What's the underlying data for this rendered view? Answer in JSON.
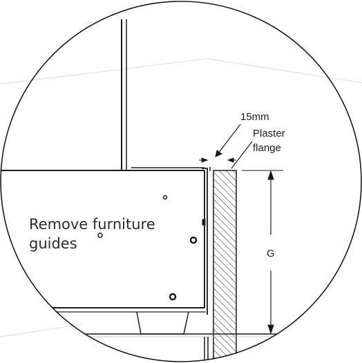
{
  "labels": {
    "dimension_top": "15mm",
    "plaster_line1": "Plaster",
    "plaster_line2": "flange",
    "instruction_line1": "Remove furniture",
    "instruction_line2": "guides",
    "dimension_side": "G"
  },
  "colors": {
    "line": "#1a1a1a",
    "watermark": "#ececec",
    "hatch": "#3a3a3a"
  }
}
